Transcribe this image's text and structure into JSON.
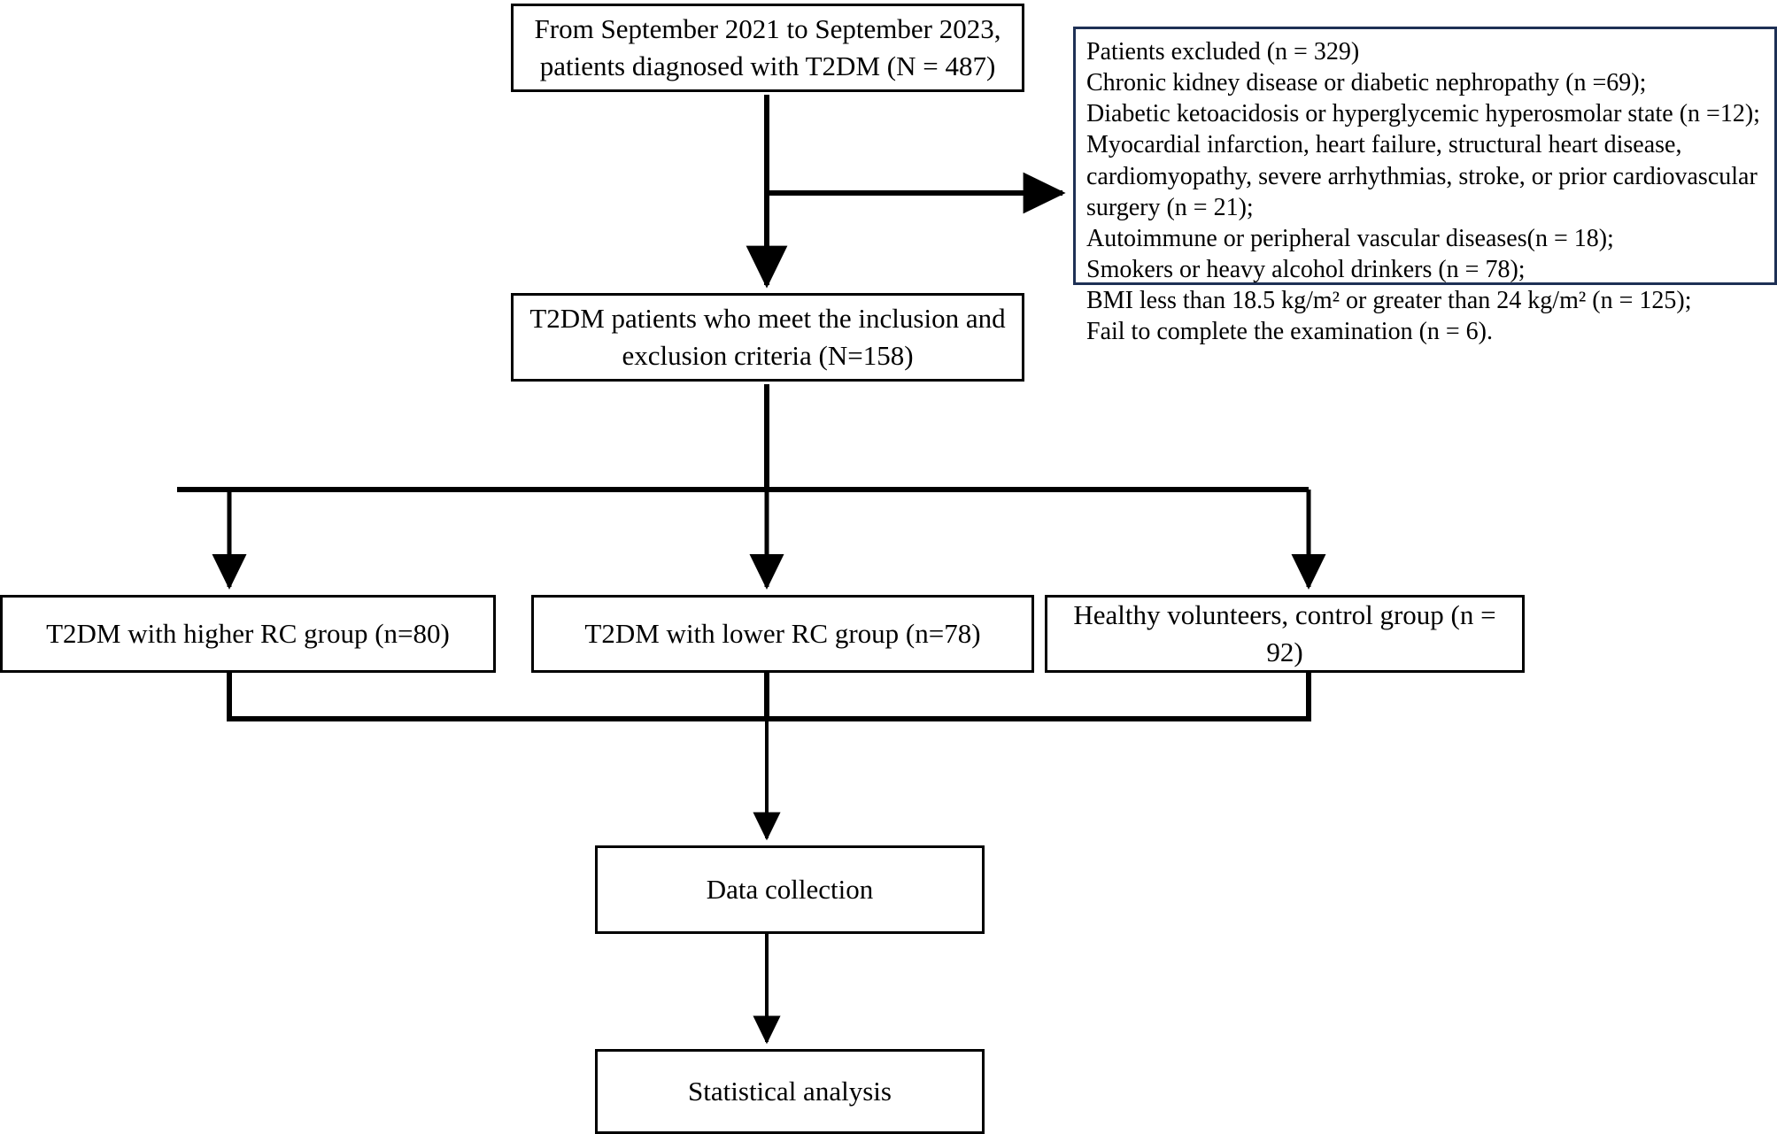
{
  "diagram": {
    "title": "Patient enrollment and grouping flow chart",
    "colors": {
      "box_border": "#000000",
      "excluded_border": "#1e3055",
      "background": "#ffffff",
      "connector": "#000000"
    },
    "nodes": {
      "screened": "From September 2021 to September 2023,\npatients diagnosed with T2DM (N = 487)",
      "eligible": "T2DM patients who meet the inclusion and\nexclusion criteria (N=158)",
      "group_higher": "T2DM with higher RC group (n=80)",
      "group_lower": "T2DM with lower RC group (n=78)",
      "group_control": "Healthy volunteers, control group (n = 92)",
      "data_collection": "Data collection",
      "statistical_analysis": "Statistical analysis"
    },
    "excluded": {
      "heading": "Patients excluded (n = 329)",
      "items": [
        "Chronic kidney disease or diabetic nephropathy (n =69);",
        "Diabetic ketoacidosis or hyperglycemic hyperosmolar state (n =12);",
        "Myocardial infarction, heart failure, structural heart disease,",
        "cardiomyopathy, severe arrhythmias, stroke, or prior cardiovascular",
        "surgery (n = 21);",
        "Autoimmune or peripheral vascular diseases(n = 18);",
        "Smokers or heavy alcohol drinkers (n = 78);",
        "BMI less than 18.5 kg/m² or greater than 24 kg/m² (n = 125);",
        "Fail to complete the examination (n = 6)."
      ]
    },
    "counts": {
      "screened_total": 487,
      "excluded_total": 329,
      "eligible_total": 158,
      "higher_rc": 80,
      "lower_rc": 78,
      "control": 92,
      "excluded_breakdown": {
        "chronic_kidney_disease_or_diabetic_nephropathy": 69,
        "diabetic_ketoacidosis_or_hyperglycemic_hyperosmolar_state": 12,
        "cardiovascular_conditions_or_prior_surgery": 21,
        "autoimmune_or_peripheral_vascular_diseases": 18,
        "smokers_or_heavy_alcohol_drinkers": 78,
        "bmi_out_of_range": 125,
        "failed_to_complete_examination": 6
      }
    }
  }
}
